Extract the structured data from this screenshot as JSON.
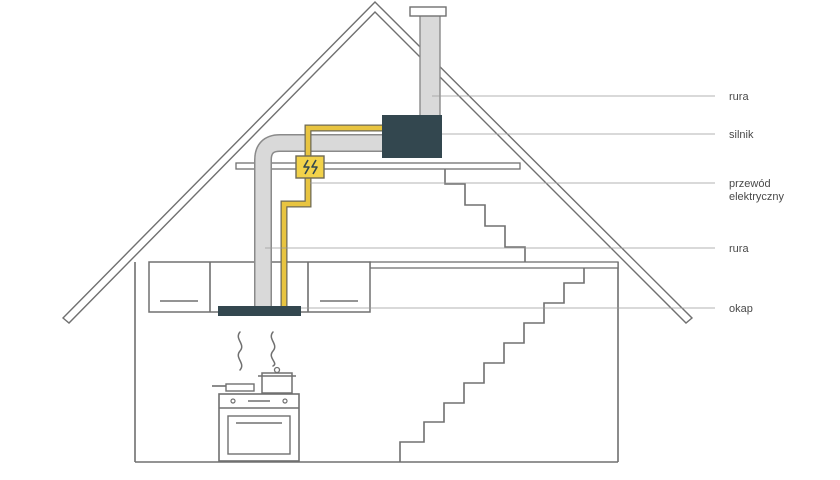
{
  "labels": {
    "pipe_top": "rura",
    "motor": "silnik",
    "wire_line1": "przewód",
    "wire_line2": "elektryczny",
    "pipe_bottom": "rura",
    "hood": "okap"
  },
  "colors": {
    "outline": "#707070",
    "pipe": "#d9d9d9",
    "motor": "#33474f",
    "wire": "#e8c440",
    "junction_box": "#f2d24a"
  },
  "icons": {
    "junction_box": "lightning-icon"
  }
}
